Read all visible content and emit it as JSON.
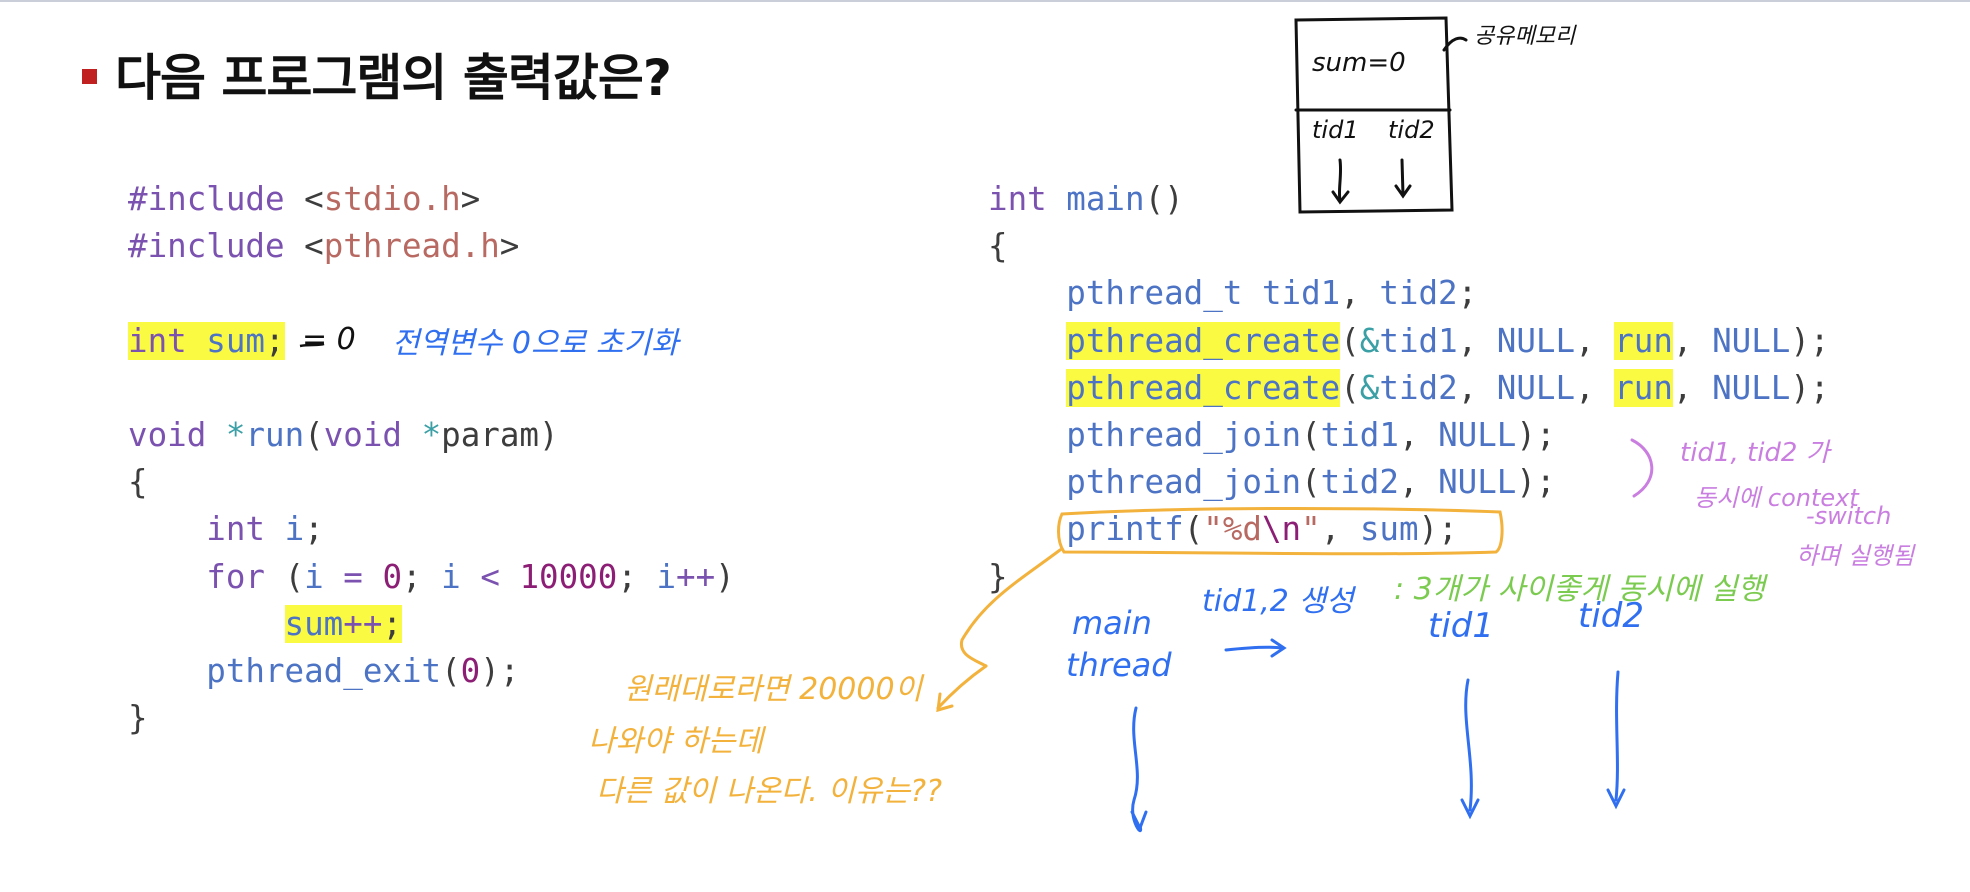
{
  "slide": {
    "title": "다음 프로그램의 출력값은?"
  },
  "code_left": {
    "lines": [
      "#include <stdio.h>",
      "#include <pthread.h>",
      "",
      "int sum;",
      "",
      "void *run(void *param)",
      "{",
      "    int i;",
      "    for (i = 0; i < 10000; i++)",
      "        sum++;",
      "    pthread_exit(0);",
      "}"
    ]
  },
  "code_right": {
    "lines": [
      "int main()",
      "{",
      "    pthread_t tid1, tid2;",
      "    pthread_create(&tid1, NULL, run, NULL);",
      "    pthread_create(&tid2, NULL, run, NULL);",
      "    pthread_join(tid1, NULL);",
      "    pthread_join(tid2, NULL);",
      "    printf(\"%d\\n\", sum);",
      "}"
    ]
  },
  "annotations": {
    "sum_init": "= 0",
    "global_note": "전역변수 0으로 초기화",
    "memory_box_sum": "sum=0",
    "memory_label": "공유메모리",
    "memory_tid1": "tid1",
    "memory_tid2": "tid2",
    "context_note_1": "tid1, tid2 가",
    "context_note_2": "동시에 context",
    "context_note_3": "-switch",
    "context_note_4": "하며 실행됨",
    "create_note": "tid1,2 생성",
    "concurrent_note": ": 3개가 사이좋게 동시에 실행",
    "main_thread_1": "main",
    "main_thread_2": "thread",
    "tid1_label": "tid1",
    "tid2_label": "tid2",
    "question_1": "원래대로라면 20000이",
    "question_2": "나와야 하는데",
    "question_3": "다른 값이 나온다. 이유는??"
  },
  "colors": {
    "highlight": "#fbfa42",
    "keyword": "#7b52b0",
    "function": "#4c73c4",
    "string": "#b86a62",
    "number": "#8c1f75",
    "pen_blue": "#2f6ff0",
    "pen_orange": "#f2b23c",
    "pen_purple": "#c97ee0",
    "pen_green": "#7ccb51",
    "bullet": "#c0201f"
  }
}
